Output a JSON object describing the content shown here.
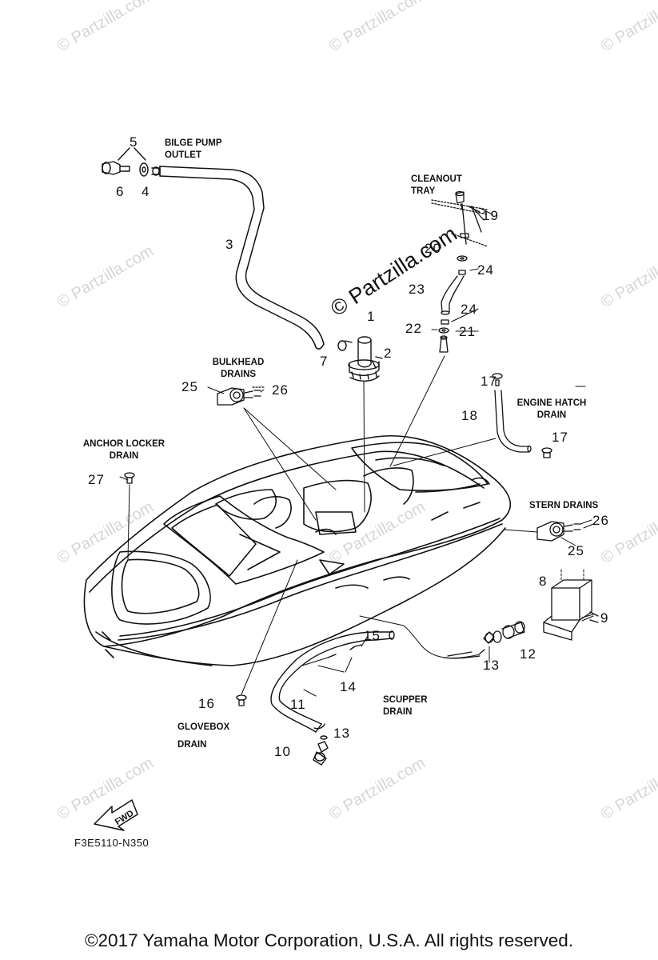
{
  "watermark_small": "© Partzilla.com",
  "watermark_big": "© Partzilla.com",
  "labels": {
    "bilge_pump_outlet": [
      "BILGE PUMP",
      "OUTLET"
    ],
    "cleanout_tray": [
      "CLEANOUT",
      "TRAY"
    ],
    "bulkhead_drains": [
      "BULKHEAD",
      "DRAINS"
    ],
    "engine_hatch_drain": [
      "ENGINE HATCH",
      "DRAIN"
    ],
    "anchor_locker_drain": [
      "ANCHOR LOCKER",
      "DRAIN"
    ],
    "stern_drains": "STERN DRAINS",
    "scupper_drain": [
      "SCUPPER",
      "DRAIN"
    ],
    "glovebox_drain": [
      "GLOVEBOX",
      "DRAIN"
    ]
  },
  "fwd": "FWD",
  "diagram_code": "F3E5110-N350",
  "copyright": "©2017  Yamaha Motor Corporation, U.S.A. All rights reserved.",
  "parts": {
    "p1": "1",
    "p2": "2",
    "p3": "3",
    "p4": "4",
    "p5": "5",
    "p6": "6",
    "p7": "7",
    "p8": "8",
    "p9": "9",
    "p10": "10",
    "p11": "11",
    "p12": "12",
    "p13": "13",
    "p14": "14",
    "p15": "15",
    "p16": "16",
    "p17": "17",
    "p18": "18",
    "p19": "19",
    "p20": "20",
    "p21": "21",
    "p22": "22",
    "p23": "23",
    "p24": "24",
    "p25": "25",
    "p26": "26",
    "p27": "27"
  }
}
